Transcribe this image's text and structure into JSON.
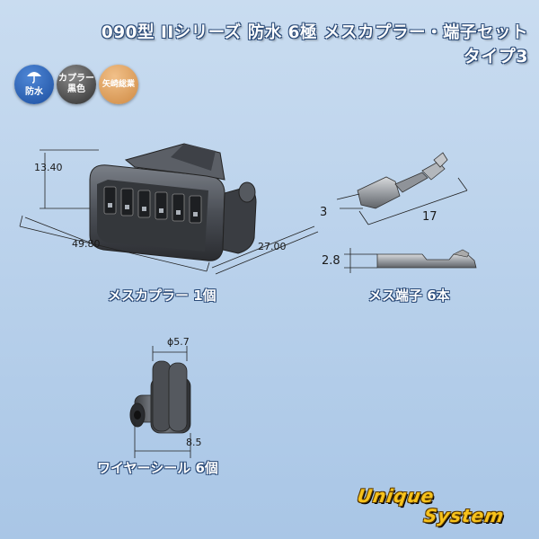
{
  "title": {
    "line1": "090型 IIシリーズ 防水 6極 メスカプラー・端子セット",
    "line2": "タイプ3"
  },
  "badges": [
    {
      "icon": "umbrella-icon",
      "label": "防水",
      "color": "#2a5fb3"
    },
    {
      "line1": "カプラー",
      "line2": "黒色",
      "color": "#555555"
    },
    {
      "label": "矢崎総業",
      "color": "#e0a060"
    }
  ],
  "connector": {
    "caption": "メスカプラー 1個",
    "dimensions": {
      "height": "13.40",
      "width": "49.80",
      "depth": "27.00"
    }
  },
  "terminal": {
    "caption": "メス端子 6本",
    "dimensions": {
      "width": "3",
      "length": "17",
      "height": "2.8"
    }
  },
  "seal": {
    "caption": "ワイヤーシール 6個",
    "dimensions": {
      "diameter": "ϕ5.7",
      "length": "8.5"
    }
  },
  "brand": {
    "line1": "Unique",
    "line2": "System",
    "color": "#f7c21b"
  }
}
